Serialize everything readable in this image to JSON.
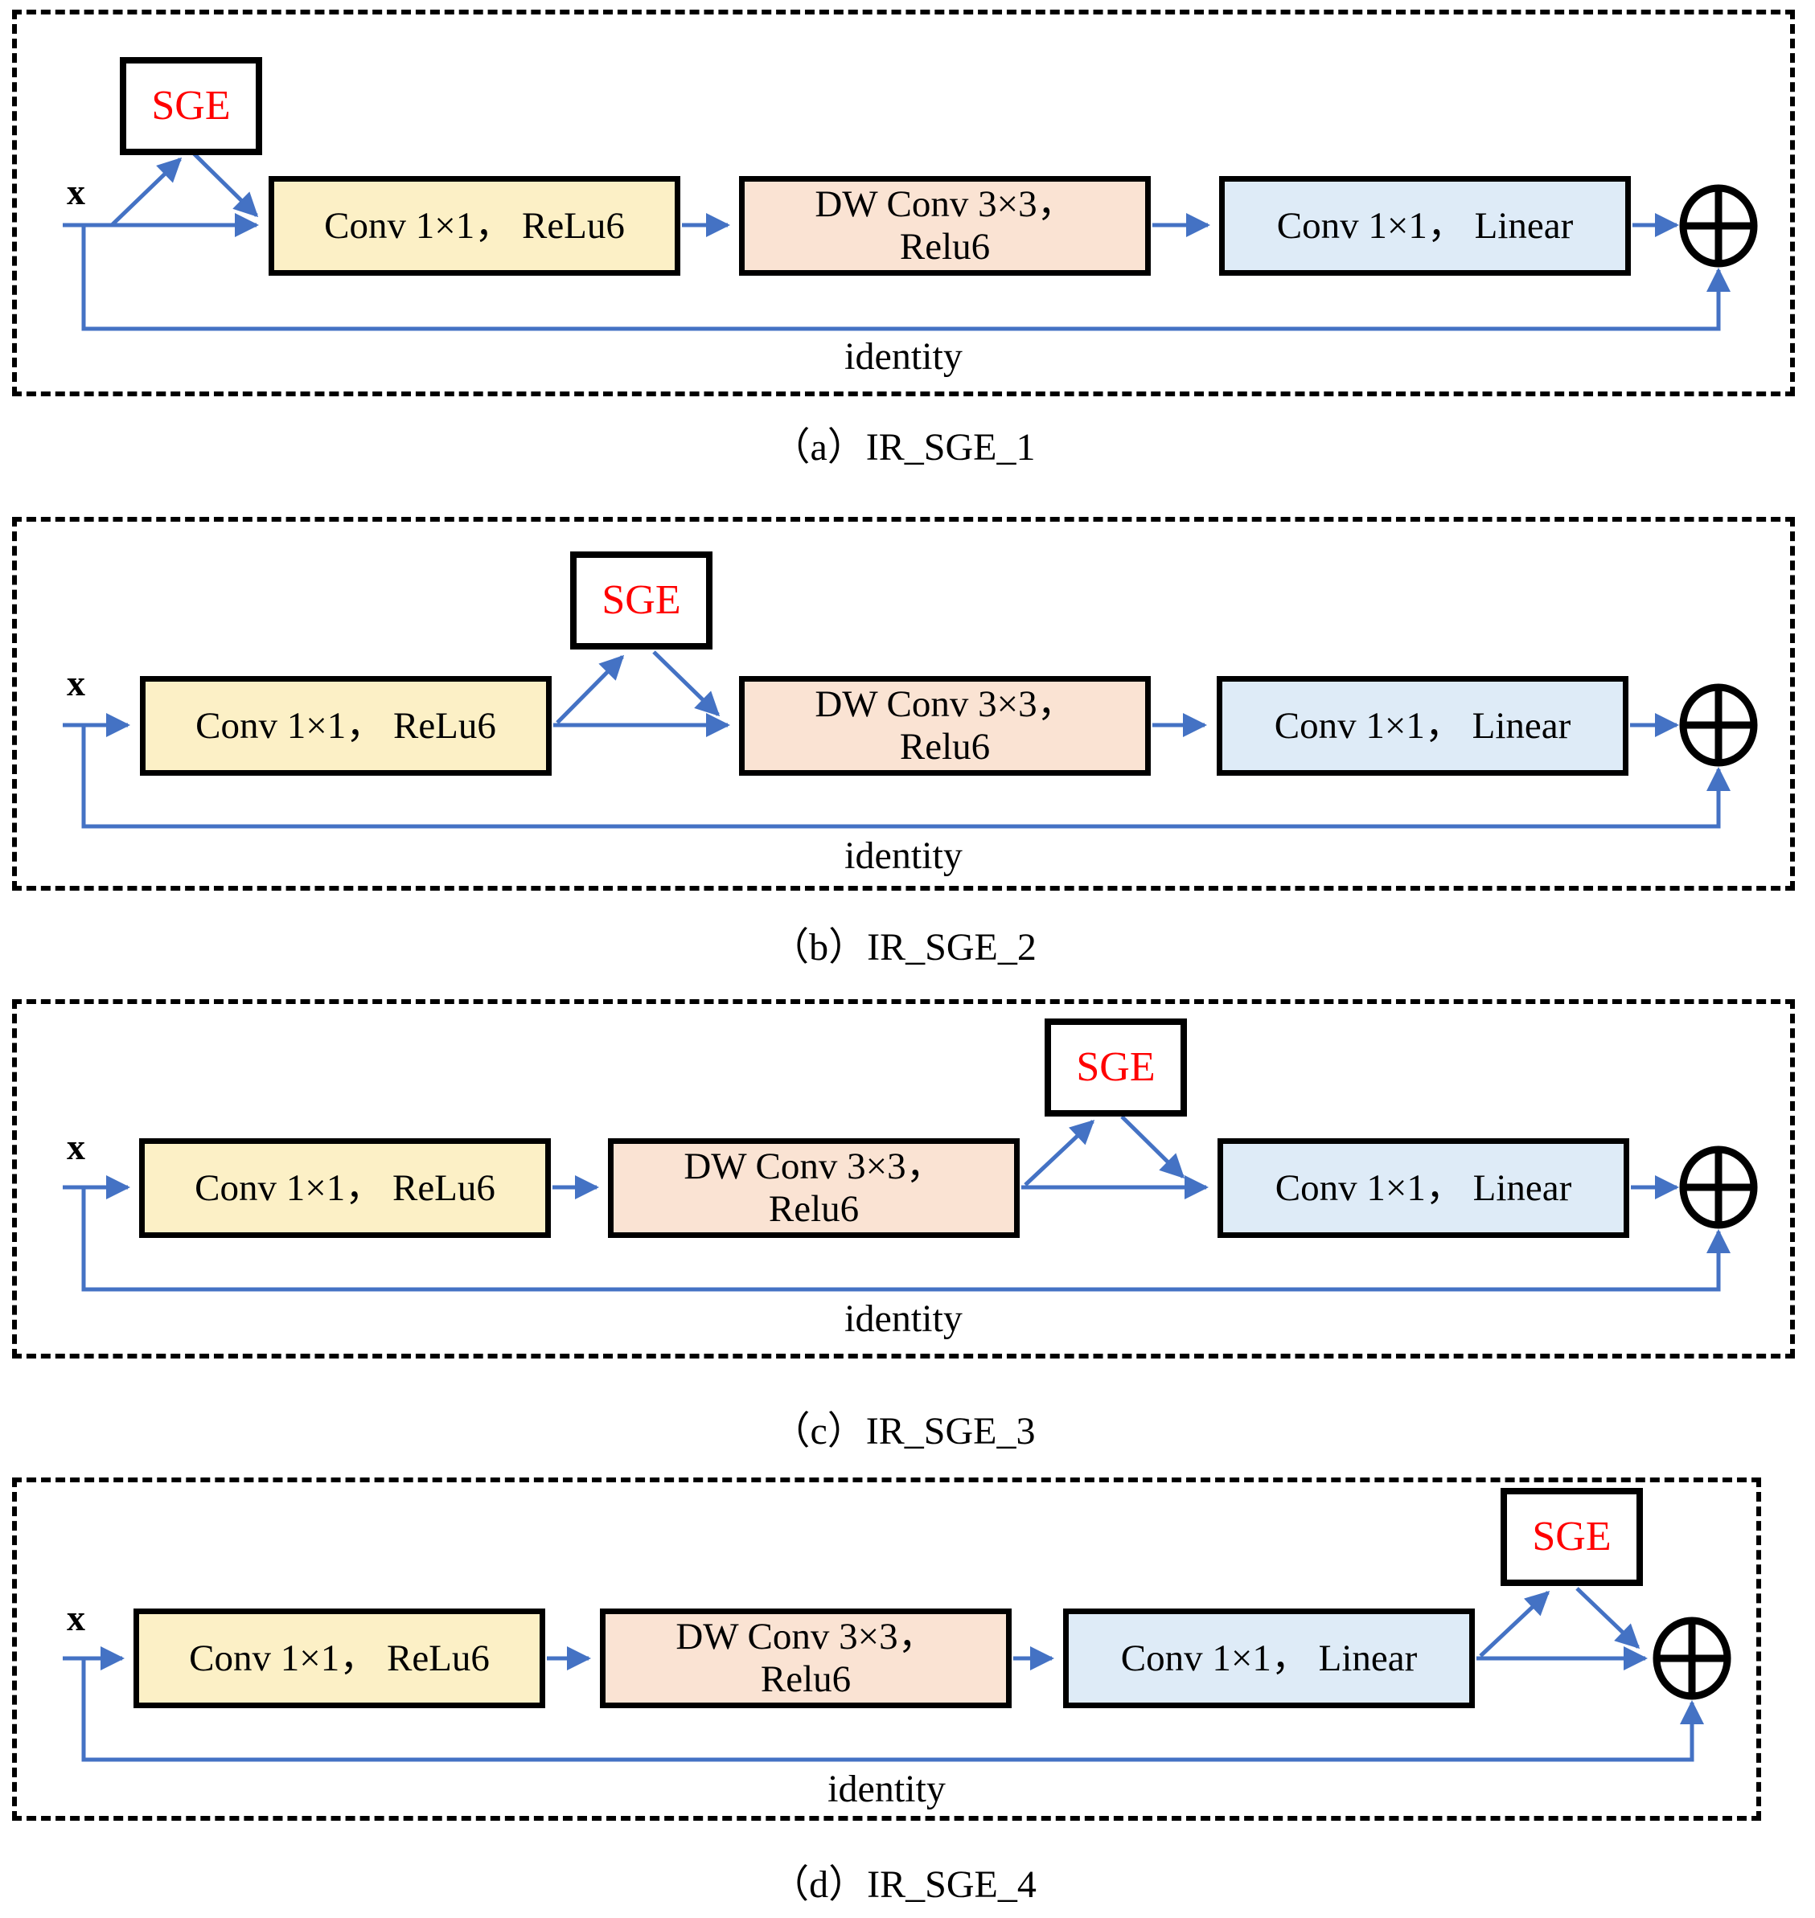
{
  "colors": {
    "arrow": "#4472C4",
    "expand_fill": "#FCF0C6",
    "dw_fill": "#FAE3D3",
    "project_fill": "#DEEBF7",
    "sge_text": "#FF0000",
    "border": "#000000"
  },
  "labels": {
    "input": "x",
    "sge": "SGE",
    "expand": "Conv 1×1， ReLu6",
    "dw_line1": "DW Conv 3×3，",
    "dw_line2": "Relu6",
    "project": "Conv 1×1， Linear",
    "identity": "identity"
  },
  "panels": [
    {
      "id": "IR_SGE_1",
      "caption": "（a）IR_SGE_1"
    },
    {
      "id": "IR_SGE_2",
      "caption": "（b）IR_SGE_2"
    },
    {
      "id": "IR_SGE_3",
      "caption": "（c）IR_SGE_3"
    },
    {
      "id": "IR_SGE_4",
      "caption": "（d）IR_SGE_4"
    }
  ]
}
